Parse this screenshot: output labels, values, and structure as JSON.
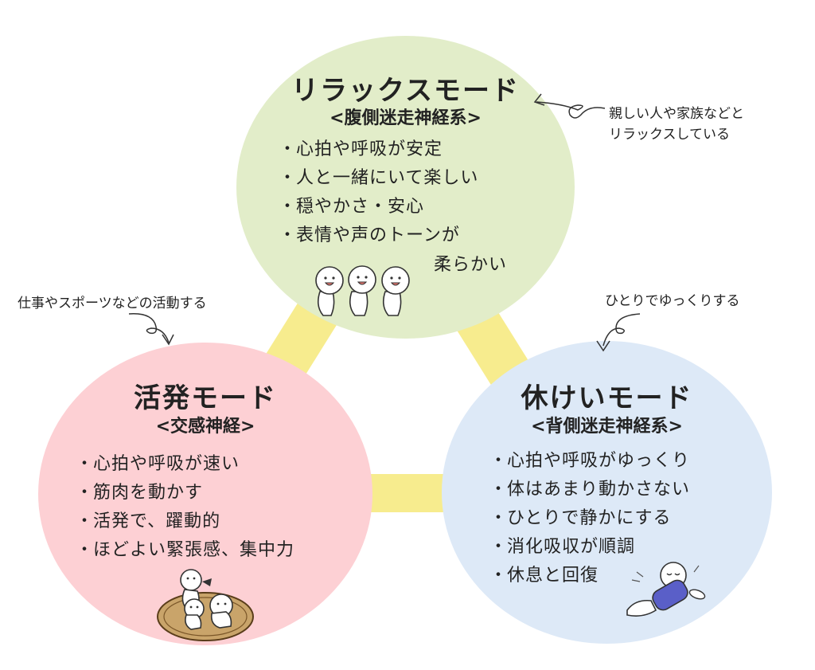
{
  "colors": {
    "relax": "#e2edc9",
    "active": "#fdd0d4",
    "rest": "#dde9f7",
    "connector": "#f7ec8e"
  },
  "relax": {
    "title": "リラックスモード",
    "subtitle": "<腹側迷走神経系>",
    "items": [
      "心拍や呼吸が安定",
      "人と一緒にいて楽しい",
      "穏やかさ・安心",
      "表情や声のトーンが"
    ],
    "item_cont": "柔らかい",
    "note": [
      "親しい人や家族などと",
      "リラックスしている"
    ]
  },
  "active": {
    "title": "活発モード",
    "subtitle": "<交感神経>",
    "items": [
      "心拍や呼吸が速い",
      "筋肉を動かす",
      "活発で、躍動的",
      "ほどよい緊張感、集中力"
    ],
    "note": "仕事やスポーツなどの活動する"
  },
  "rest": {
    "title": "休けいモード",
    "subtitle": "<背側迷走神経系>",
    "items": [
      "心拍や呼吸がゆっくり",
      "体はあまり動かさない",
      "ひとりで静かにする",
      "消化吸収が順調",
      "休息と回復"
    ],
    "note": "ひとりでゆっくりする"
  },
  "bullet": "・",
  "icons": [
    "curly-arrow-icon",
    "three-friends-illustration",
    "sumo-wrestlers-illustration",
    "resting-person-illustration"
  ]
}
